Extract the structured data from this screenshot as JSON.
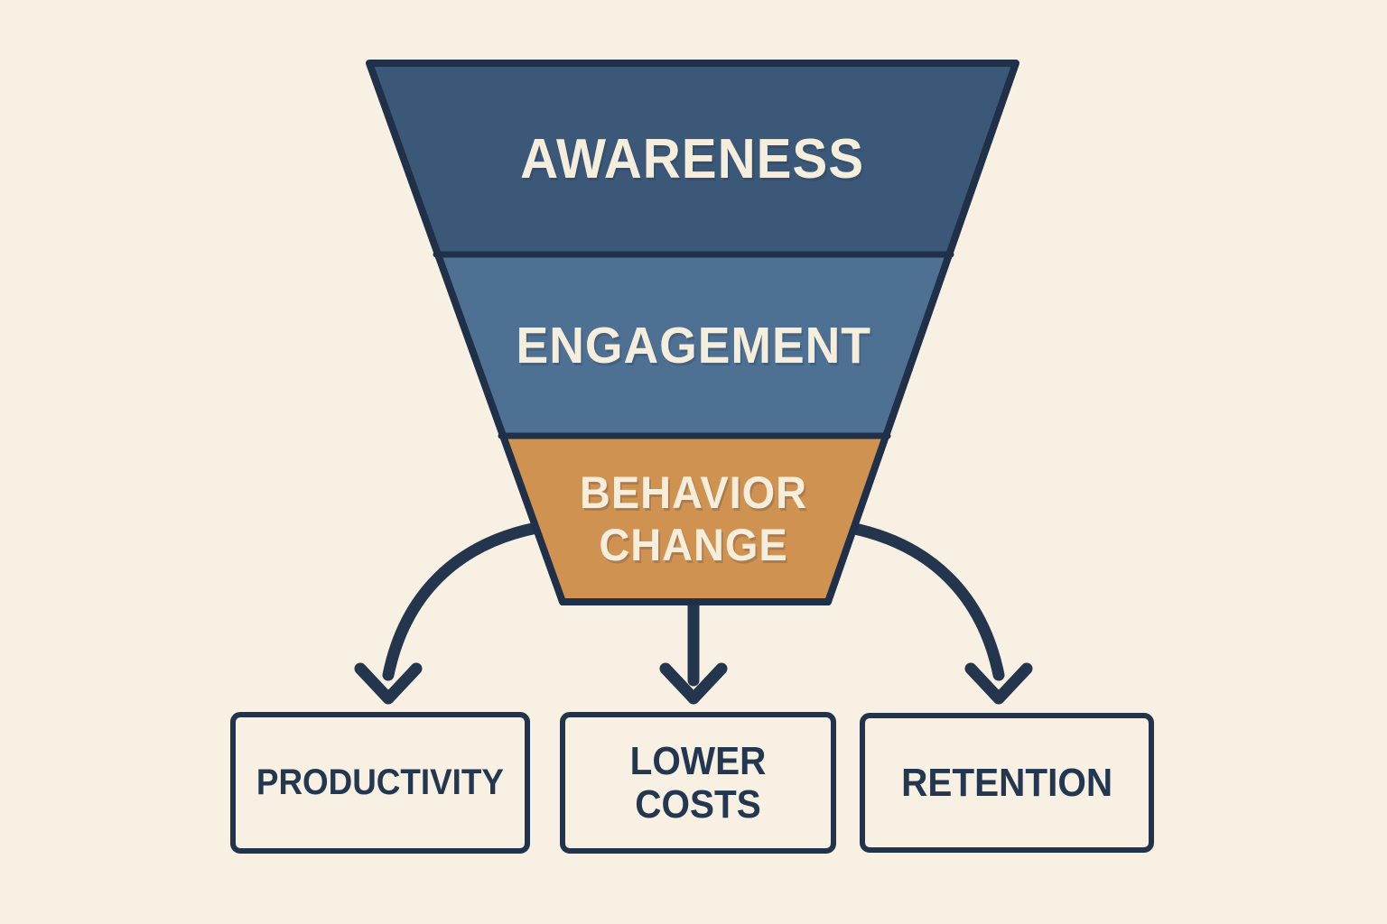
{
  "title": "Behavior change funnel diagram",
  "colors": {
    "background": "#f8f0e2",
    "ink": "#24364e",
    "outline": "#1f3048",
    "stage_label_text": "#f6eedd",
    "outcome_text": "#243750"
  },
  "funnel": {
    "stages": [
      {
        "label": "AWARENESS",
        "color": "#3b5878"
      },
      {
        "label": "ENGAGEMENT",
        "color": "#4e7092"
      },
      {
        "label": "BEHAVIOR CHANGE",
        "color": "#d09251"
      }
    ]
  },
  "outcomes": [
    {
      "label": "PRODUCTIVITY"
    },
    {
      "label": "LOWER COSTS"
    },
    {
      "label": "RETENTION"
    }
  ]
}
